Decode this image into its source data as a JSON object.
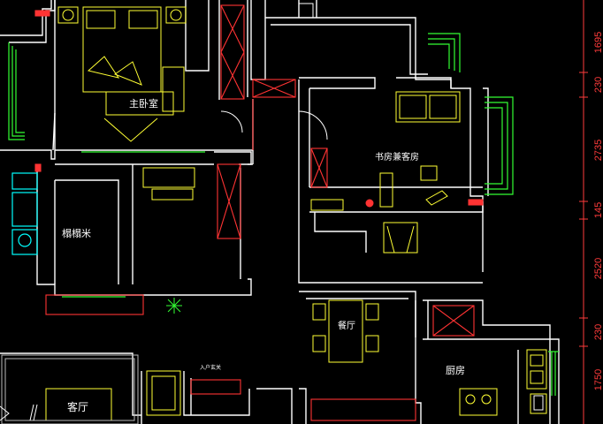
{
  "rooms": {
    "master_bedroom": "主卧室",
    "study_guest": "书房兼客房",
    "tatami": "榻榻米",
    "living_room": "客厅",
    "kitchen": "厨房",
    "dining": "餐厅"
  },
  "annotation": "入户玄关",
  "dimensions": [
    "1695",
    "230",
    "2735",
    "145",
    "2520",
    "230",
    "1750"
  ],
  "colors": {
    "wall": "#ffffff",
    "furniture": "#ffff33",
    "window": "#33ff33",
    "cabinet": "#ff3333",
    "fixture": "#00ffff",
    "dimension": "#ff3b3b"
  }
}
